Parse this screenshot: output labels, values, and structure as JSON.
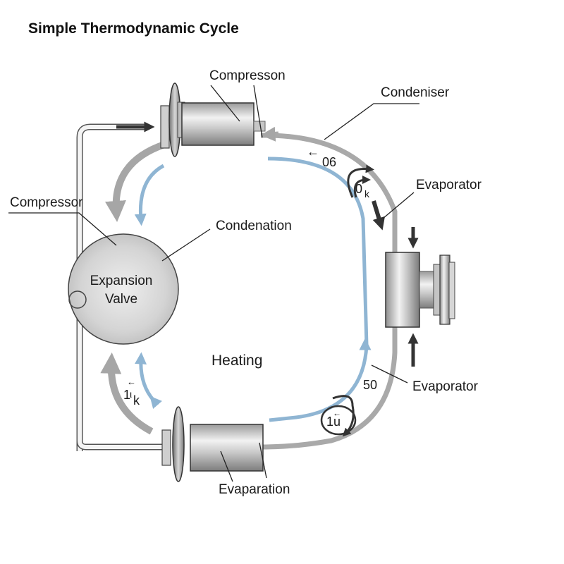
{
  "title": "Simple Thermodynamic Cycle",
  "labels": {
    "compresson": "Compresson",
    "condeniser": "Condeniser",
    "evaporator_top": "Evaporator",
    "compressor": "Compressor",
    "condenation": "Condenation",
    "expansion_valve_line1": "Expansion",
    "expansion_valve_line2": "Valve",
    "heating": "Heating",
    "evaporator_bottom": "Evaporator",
    "evaparation": "Evaparation"
  },
  "annotations": {
    "top_arrow": "←",
    "top_value": "06",
    "top_loop": "0",
    "top_loop_sub": "k",
    "left_arrow": "←",
    "left_value": "1",
    "left_value_mid": "ι",
    "left_sub": "k",
    "bottom_value": "50",
    "bottom_loop": "1u",
    "bottom_loop_arrow": "←"
  },
  "colors": {
    "pipe_gray": "#a9a9a9",
    "pipe_blue": "#8fb5d3",
    "arrow_dark": "#333333",
    "metal_light": "#e8e8e8",
    "metal_dark": "#8a8a8a",
    "sphere": "#d6d6d6"
  }
}
